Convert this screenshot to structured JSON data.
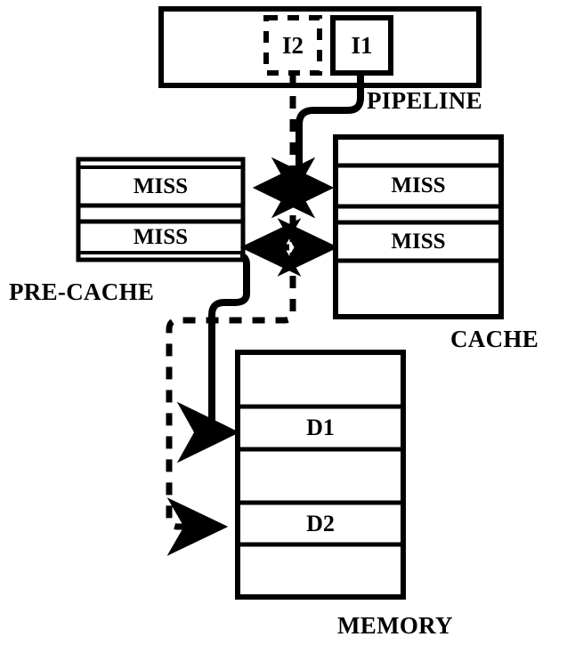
{
  "diagram": {
    "title": "Pre-cache / Cache / Memory pipeline diagram",
    "stroke_color": "#000000",
    "background_color": "#ffffff"
  },
  "pipeline": {
    "label": "PIPELINE",
    "instructions": [
      {
        "id": "i2",
        "label": "I2",
        "style": "dashed"
      },
      {
        "id": "i1",
        "label": "I1",
        "style": "solid"
      }
    ]
  },
  "pre_cache": {
    "label": "PRE-CACHE",
    "rows": [
      {
        "label": ""
      },
      {
        "label": "MISS"
      },
      {
        "label": ""
      },
      {
        "label": "MISS"
      },
      {
        "label": ""
      }
    ]
  },
  "cache": {
    "label": "CACHE",
    "rows": [
      {
        "label": ""
      },
      {
        "label": "MISS"
      },
      {
        "label": ""
      },
      {
        "label": "MISS"
      },
      {
        "label": ""
      }
    ]
  },
  "memory": {
    "label": "MEMORY",
    "rows": [
      {
        "label": ""
      },
      {
        "label": "D1"
      },
      {
        "label": ""
      },
      {
        "label": "D2"
      },
      {
        "label": ""
      }
    ]
  },
  "connectors": [
    {
      "id": "i1-to-caches",
      "style": "solid",
      "from": "I1",
      "to": "PRE-CACHE / CACHE"
    },
    {
      "id": "i2-to-caches",
      "style": "dashed",
      "from": "I2",
      "to": "PRE-CACHE / CACHE"
    },
    {
      "id": "solid-to-memory-d1",
      "style": "solid",
      "from": "PRE-CACHE",
      "to": "D1"
    },
    {
      "id": "dashed-to-memory-d2",
      "style": "dashed",
      "from": "PRE-CACHE",
      "to": "D2"
    }
  ]
}
